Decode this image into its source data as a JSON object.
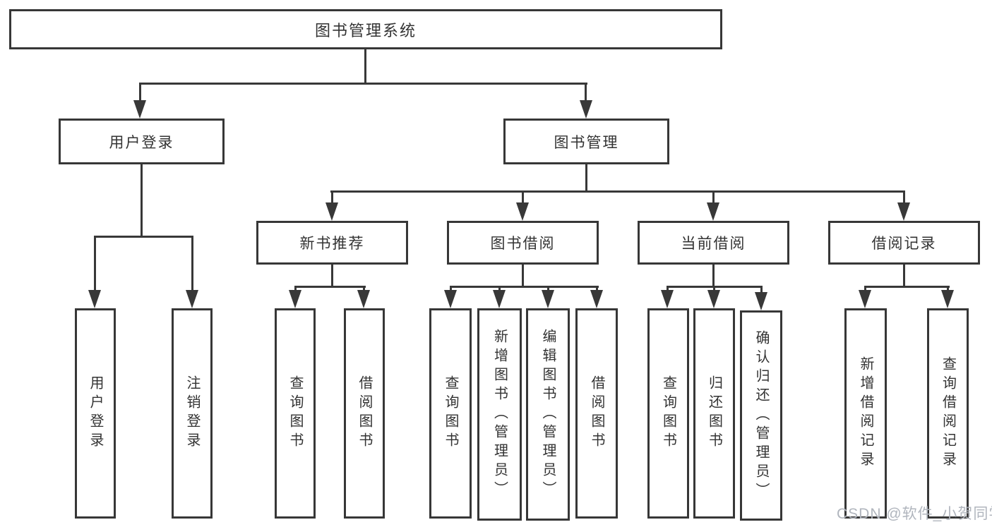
{
  "diagram": {
    "root": {
      "label": "图书管理系统"
    },
    "login_branch": {
      "label": "用户登录",
      "children": [
        {
          "label": "用户登录"
        },
        {
          "label": "注销登录"
        }
      ]
    },
    "management_branch": {
      "label": "图书管理",
      "modules": [
        {
          "label": "新书推荐",
          "children": [
            {
              "label": "查询图书"
            },
            {
              "label": "借阅图书"
            }
          ]
        },
        {
          "label": "图书借阅",
          "children": [
            {
              "label": "查询图书"
            },
            {
              "label": "新增图书（管理员）"
            },
            {
              "label": "编辑图书（管理员）"
            },
            {
              "label": "借阅图书"
            }
          ]
        },
        {
          "label": "当前借阅",
          "children": [
            {
              "label": "查询图书"
            },
            {
              "label": "归还图书"
            },
            {
              "label": "确认归还（管理员）"
            }
          ]
        },
        {
          "label": "借阅记录",
          "children": [
            {
              "label": "新增借阅记录"
            },
            {
              "label": "查询借阅记录"
            }
          ]
        }
      ]
    }
  },
  "watermark": {
    "text": "CSDN @软件_小贺同学"
  },
  "colors": {
    "line": "#383838",
    "text": "#333333",
    "watermark": "#b0b5bd",
    "background": "#ffffff"
  }
}
